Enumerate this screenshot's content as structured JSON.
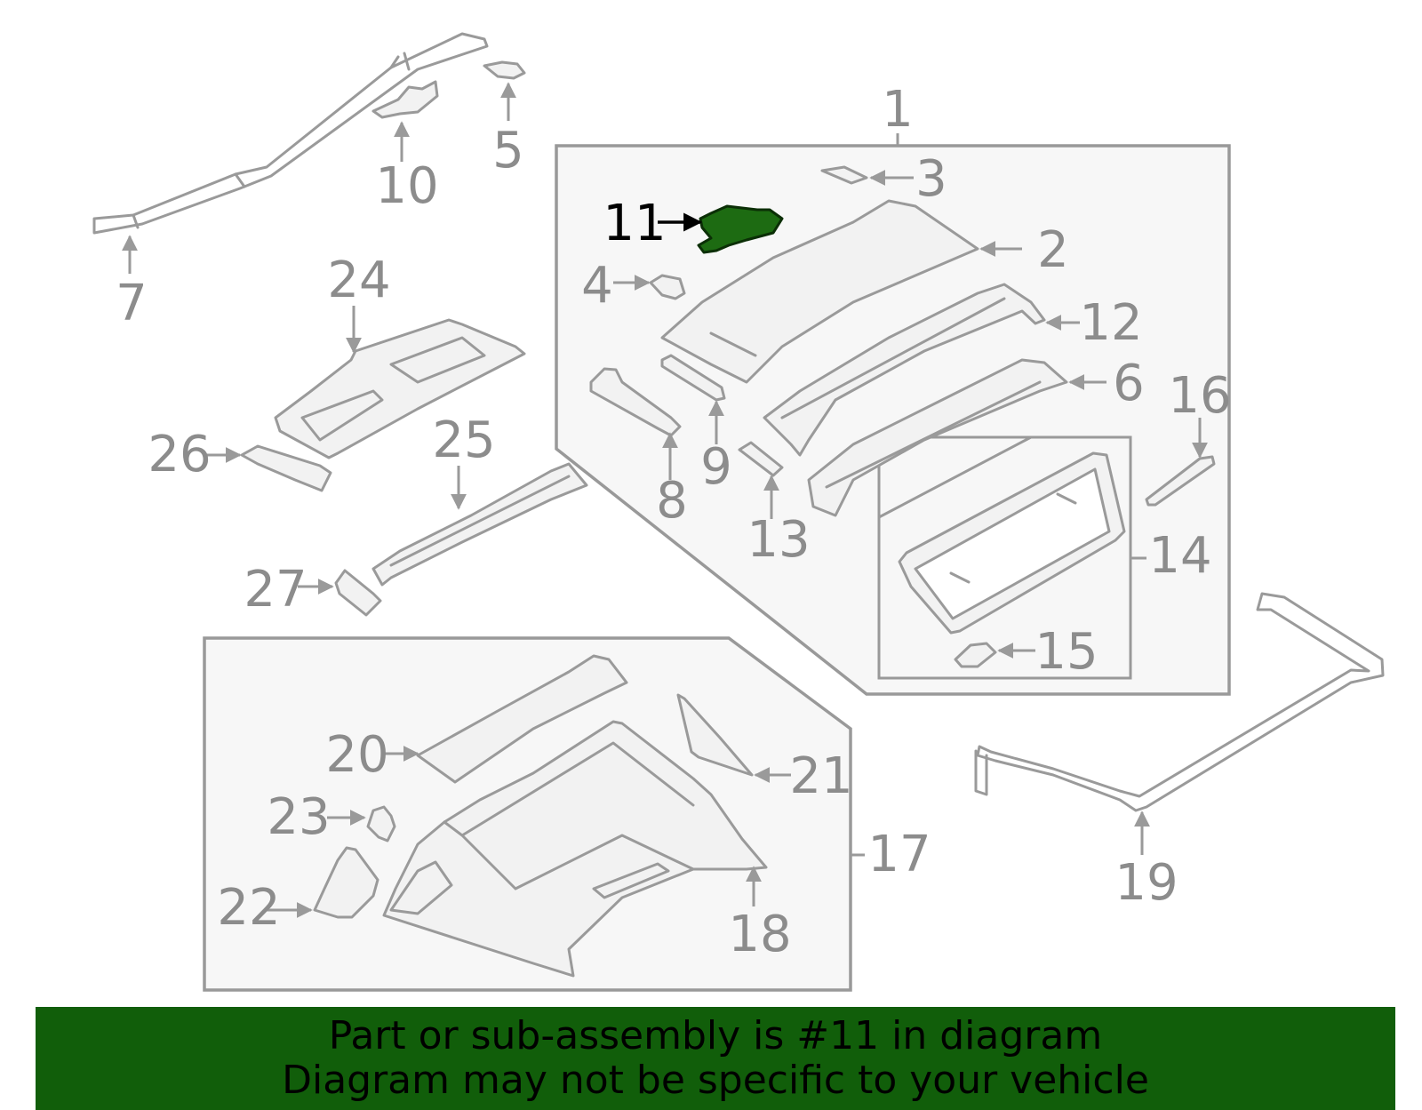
{
  "highlight": {
    "part_number": "11",
    "color": "#1d6b12"
  },
  "callouts": {
    "c1": "1",
    "c2": "2",
    "c3": "3",
    "c4": "4",
    "c5": "5",
    "c6": "6",
    "c7": "7",
    "c8": "8",
    "c9": "9",
    "c10": "10",
    "c11": "11",
    "c12": "12",
    "c13": "13",
    "c14": "14",
    "c15": "15",
    "c16": "16",
    "c17": "17",
    "c18": "18",
    "c19": "19",
    "c20": "20",
    "c21": "21",
    "c22": "22",
    "c23": "23",
    "c24": "24",
    "c25": "25",
    "c26": "26",
    "c27": "27"
  },
  "banner": {
    "line1": "Part or sub-assembly is #11 in diagram",
    "line2": "Diagram may not be specific to your vehicle",
    "background": "#115e0a"
  }
}
